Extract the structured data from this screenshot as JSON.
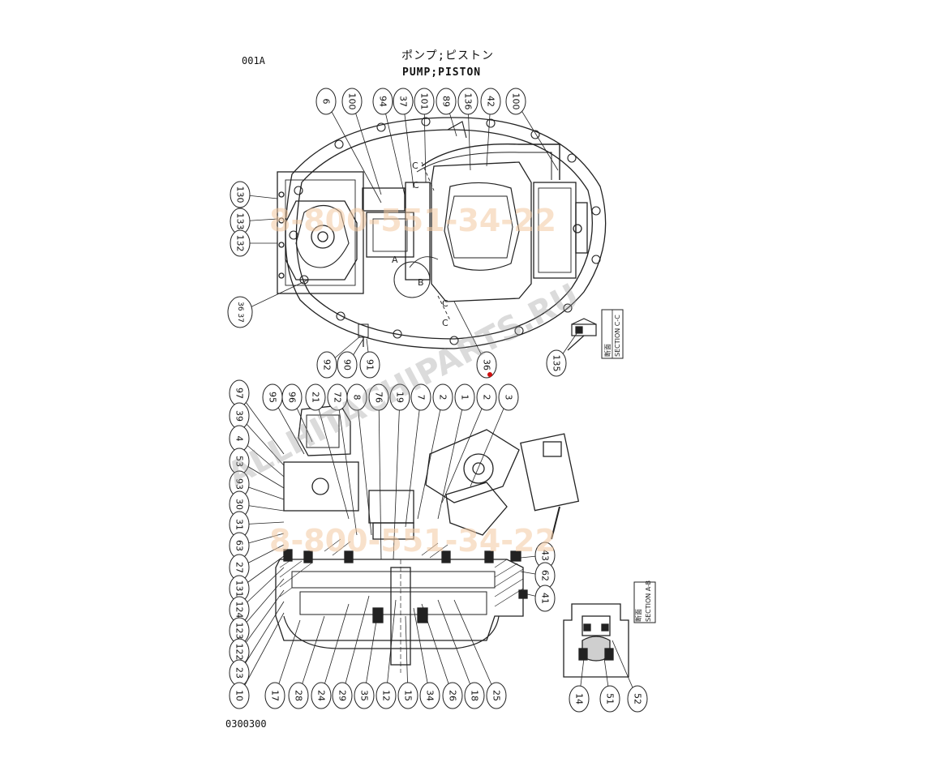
{
  "header": {
    "code": "001A",
    "title_jp": "ポンプ;ピストン",
    "title_en": "PUMP;PISTON"
  },
  "footer": {
    "drawing_number": "0300300"
  },
  "watermarks": {
    "phone_top": "8-800-551-34-22",
    "phone_bottom": "8-800-551-34-22",
    "site": "ALLHITACHIPARTS.RU"
  },
  "sections": {
    "cc_jp": "断面",
    "cc_en": "SECTION C-C",
    "ab_jp": "断面",
    "ab_en": "SECTION A-B"
  },
  "view_marks": [
    "A",
    "B",
    "C",
    "C",
    "C",
    "C"
  ],
  "callouts_top": [
    "6",
    "100",
    "94",
    "37",
    "101",
    "89",
    "136",
    "42",
    "100"
  ],
  "callouts_left_top": [
    "130",
    "133",
    "132",
    "36 37"
  ],
  "callouts_bottom_top": [
    "92",
    "90",
    "91",
    "36"
  ],
  "callouts_cc": [
    "135"
  ],
  "callouts_upper_lower": [
    "95",
    "96",
    "21",
    "72",
    "8",
    "76",
    "19",
    "7",
    "2",
    "1",
    "2",
    "3"
  ],
  "callouts_left_lower": [
    "97",
    "39",
    "4",
    "53",
    "93",
    "30",
    "31",
    "63",
    "27",
    "131",
    "124",
    "123",
    "122",
    "23",
    "10"
  ],
  "callouts_bottom_lower": [
    "17",
    "28",
    "24",
    "29",
    "35",
    "12",
    "15",
    "34",
    "26",
    "18",
    "25"
  ],
  "callouts_right_lower": [
    "43",
    "62",
    "41"
  ],
  "callouts_ab": [
    "14",
    "51",
    "52"
  ]
}
